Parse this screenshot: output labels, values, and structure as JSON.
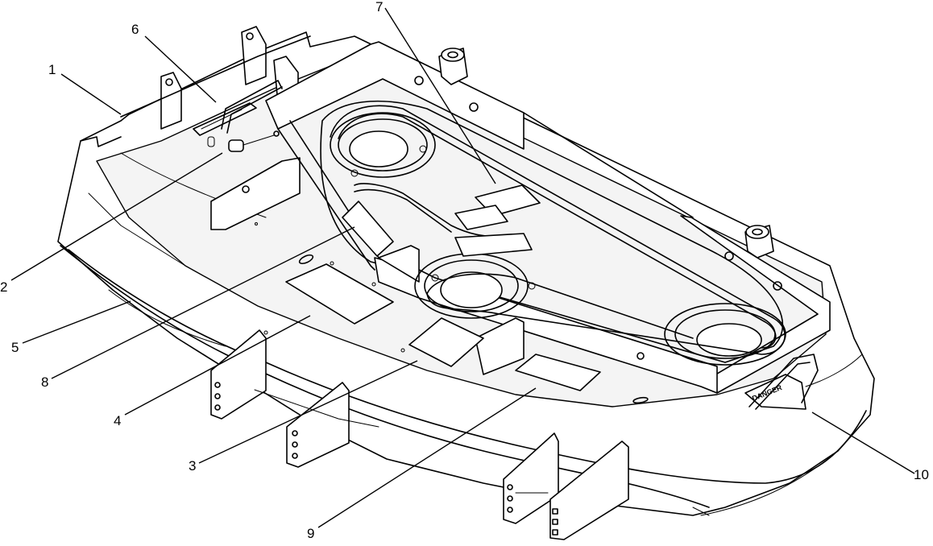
{
  "callouts": [
    {
      "id": "1",
      "label": "1"
    },
    {
      "id": "2",
      "label": "2"
    },
    {
      "id": "3",
      "label": "3"
    },
    {
      "id": "4",
      "label": "4"
    },
    {
      "id": "5",
      "label": "5"
    },
    {
      "id": "6",
      "label": "6"
    },
    {
      "id": "7",
      "label": "7"
    },
    {
      "id": "8",
      "label": "8"
    },
    {
      "id": "9",
      "label": "9"
    },
    {
      "id": "10",
      "label": "10"
    }
  ],
  "decals": {
    "danger": "DANGER"
  }
}
